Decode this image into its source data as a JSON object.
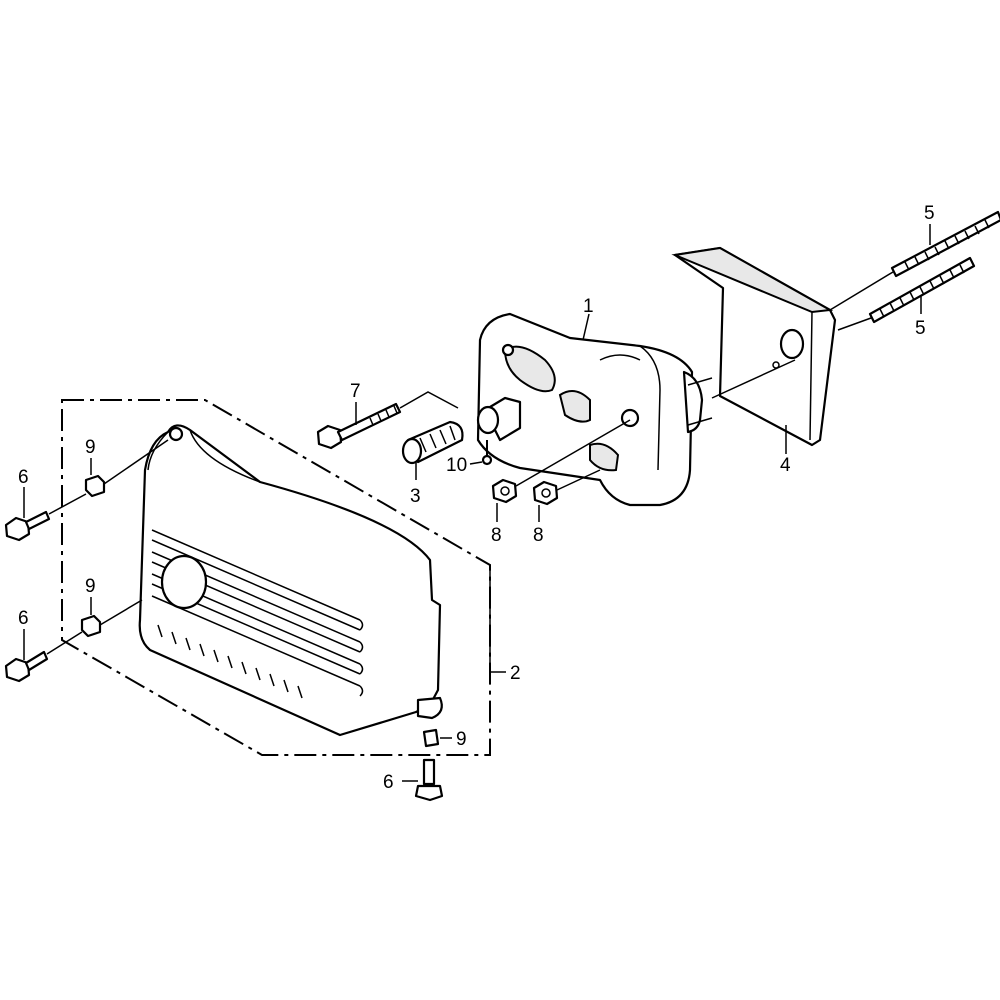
{
  "callouts": {
    "c1": "1",
    "c2": "2",
    "c3": "3",
    "c4": "4",
    "c5a": "5",
    "c5b": "5",
    "c6a": "6",
    "c6b": "6",
    "c6c": "6",
    "c7": "7",
    "c8a": "8",
    "c8b": "8",
    "c9a": "9",
    "c9b": "9",
    "c9c": "9",
    "c10": "10"
  }
}
